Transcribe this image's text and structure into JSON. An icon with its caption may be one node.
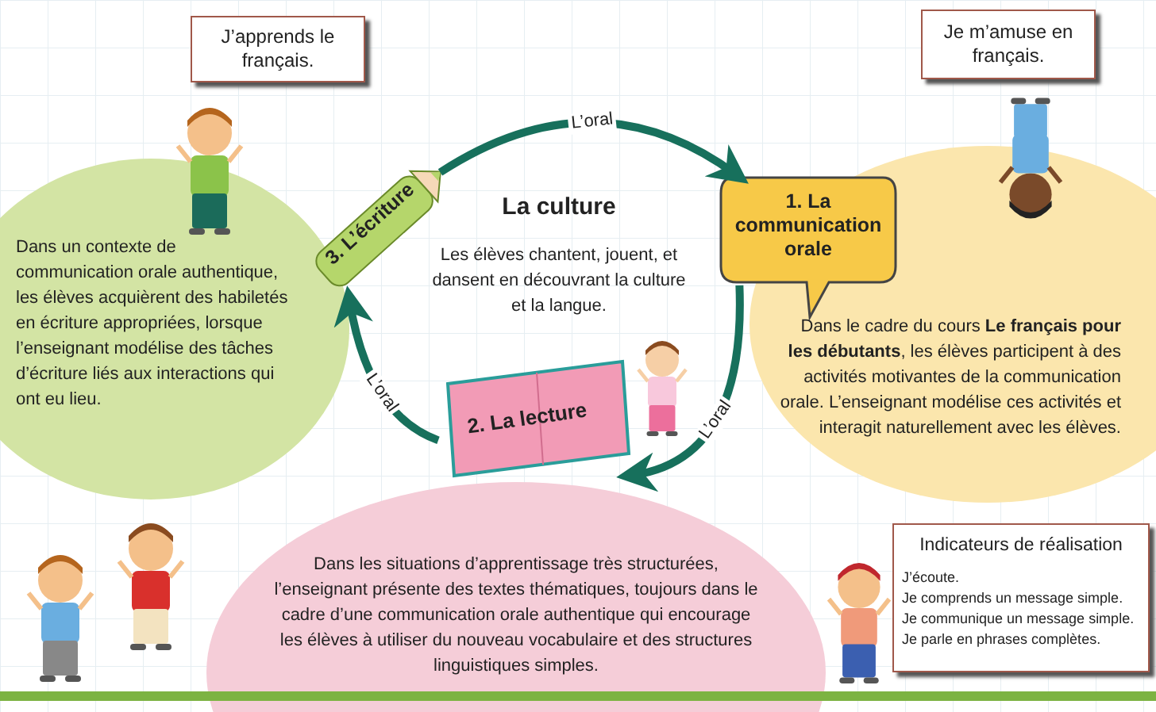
{
  "diagram": {
    "nodes": [
      {
        "text": [
          "J’apprends le français."
        ]
      },
      {
        "text": [
          "Je m’amuse en français."
        ]
      },
      {
        "text": [
          "Dans un contexte de communication orale authentique, les élèves acquièrent des habiletés en écriture appropriées, lorsque l’enseignant modélise des tâches d’écriture liés aux interactions qui ont eu lieu."
        ]
      },
      {
        "text": [
          "3. L’écriture"
        ]
      },
      {
        "text": [
          "La culture",
          "Les élèves chantent, jouent, et dansent en découvrant la culture et la langue."
        ]
      },
      {
        "text": [
          "1. La communication orale"
        ]
      },
      {
        "text": [
          "Dans le cadre du cours **Le français pour les débutants**, les élèves participent à des activités motivantes de la communication orale. L’enseignant modélise ces activités et interagit naturellement avec les élèves."
        ]
      },
      {
        "text": [
          "2. La lecture"
        ]
      },
      {
        "text": [
          "Dans les situations d’apprentissage très structurées, l’enseignant présente des textes thématiques, toujours dans le cadre d’une communication orale authentique qui encourage les élèves à utiliser du nouveau vocabulaire et des structures linguistiques simples."
        ]
      },
      {
        "text": [
          "Indicateurs de réalisation",
          "J’écoute.",
          "Je comprends un message simple.",
          "Je communique un message simple.",
          "Je parle en phrases complètes."
        ]
      }
    ],
    "edges": [
      {
        "from": 3,
        "to": 5,
        "arrow": "to",
        "label": "L’oral"
      },
      {
        "from": 5,
        "to": 7,
        "arrow": "to",
        "label": "L’oral"
      },
      {
        "from": 7,
        "to": 3,
        "arrow": "to",
        "label": "L’oral"
      }
    ]
  }
}
